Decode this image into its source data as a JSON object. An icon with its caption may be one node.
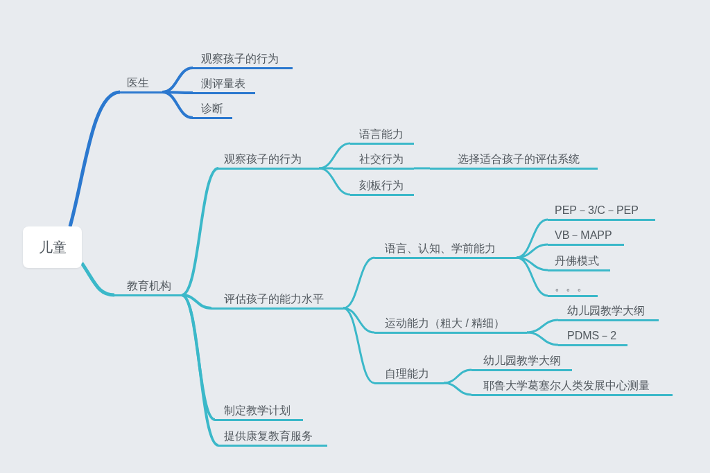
{
  "diagram": {
    "nodes": [
      {
        "text": [
          "儿童"
        ]
      },
      {
        "text": [
          "医生"
        ]
      },
      {
        "text": [
          "观察孩子的行为"
        ]
      },
      {
        "text": [
          "测评量表"
        ]
      },
      {
        "text": [
          "诊断"
        ]
      },
      {
        "text": [
          "教育机构"
        ]
      },
      {
        "text": [
          "观察孩子的行为"
        ]
      },
      {
        "text": [
          "语言能力"
        ]
      },
      {
        "text": [
          "社交行为"
        ]
      },
      {
        "text": [
          "选择适合孩子的评估系统"
        ]
      },
      {
        "text": [
          "刻板行为"
        ]
      },
      {
        "text": [
          "评估孩子的能力水平"
        ]
      },
      {
        "text": [
          "语言、认知、学前能力"
        ]
      },
      {
        "text": [
          "PEP－3/C－PEP"
        ]
      },
      {
        "text": [
          "VB－MAPP"
        ]
      },
      {
        "text": [
          "丹佛模式"
        ]
      },
      {
        "text": [
          "。。。"
        ]
      },
      {
        "text": [
          "运动能力（粗大 / 精细）"
        ]
      },
      {
        "text": [
          "幼儿园教学大纲"
        ]
      },
      {
        "text": [
          "PDMS－2"
        ]
      },
      {
        "text": [
          "自理能力"
        ]
      },
      {
        "text": [
          "幼儿园教学大纲"
        ]
      },
      {
        "text": [
          "耶鲁大学葛塞尔人类发展中心测量"
        ]
      },
      {
        "text": [
          "制定教学计划"
        ]
      },
      {
        "text": [
          "提供康复教育服务"
        ]
      }
    ],
    "edges": [
      {
        "from": 0,
        "to": 1,
        "arrow": "none",
        "color": "#2b78cf"
      },
      {
        "from": 1,
        "to": 2,
        "arrow": "none",
        "color": "#2b78cf"
      },
      {
        "from": 1,
        "to": 3,
        "arrow": "none",
        "color": "#2b78cf"
      },
      {
        "from": 1,
        "to": 4,
        "arrow": "none",
        "color": "#2b78cf"
      },
      {
        "from": 0,
        "to": 5,
        "arrow": "none"
      },
      {
        "from": 5,
        "to": 6,
        "arrow": "none"
      },
      {
        "from": 6,
        "to": 7,
        "arrow": "none"
      },
      {
        "from": 6,
        "to": 8,
        "arrow": "none"
      },
      {
        "from": 8,
        "to": 9,
        "arrow": "none"
      },
      {
        "from": 6,
        "to": 10,
        "arrow": "none"
      },
      {
        "from": 5,
        "to": 11,
        "arrow": "none"
      },
      {
        "from": 11,
        "to": 12,
        "arrow": "none"
      },
      {
        "from": 12,
        "to": 13,
        "arrow": "none"
      },
      {
        "from": 12,
        "to": 14,
        "arrow": "none"
      },
      {
        "from": 12,
        "to": 15,
        "arrow": "none"
      },
      {
        "from": 12,
        "to": 16,
        "arrow": "none"
      },
      {
        "from": 11,
        "to": 17,
        "arrow": "none"
      },
      {
        "from": 17,
        "to": 18,
        "arrow": "none"
      },
      {
        "from": 17,
        "to": 19,
        "arrow": "none"
      },
      {
        "from": 11,
        "to": 20,
        "arrow": "none"
      },
      {
        "from": 20,
        "to": 21,
        "arrow": "none"
      },
      {
        "from": 20,
        "to": 22,
        "arrow": "none"
      },
      {
        "from": 5,
        "to": 23,
        "arrow": "none"
      },
      {
        "from": 5,
        "to": 24,
        "arrow": "none"
      }
    ]
  }
}
